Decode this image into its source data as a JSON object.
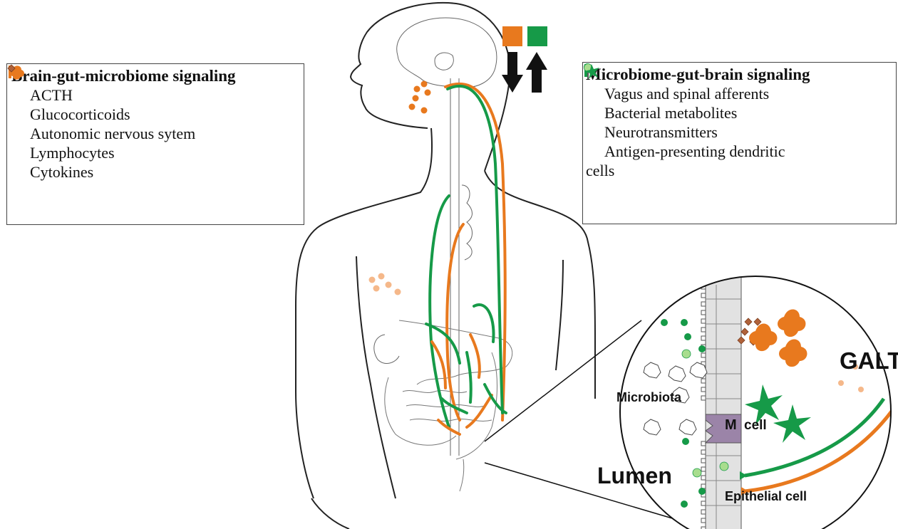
{
  "colors": {
    "brain_to_gut": "#e8791e",
    "gut_to_brain": "#169a48",
    "cytokine": "#b0623a",
    "glucocorticoid": "#f5b88a",
    "neurotransmitter": "#a8dd8e",
    "m_cell": "#9b84a8",
    "arrow": "#111111"
  },
  "legend_left": {
    "title": "Brain-gut-microbiome signaling",
    "items": [
      {
        "icon": "orange-dot-icon",
        "label": "ACTH"
      },
      {
        "icon": "peach-dot-icon",
        "label": "Glucocorticoids"
      },
      {
        "icon": "orange-bar-icon",
        "label": "Autonomic nervous sytem"
      },
      {
        "icon": "lymphocyte-icon",
        "label": "Lymphocytes"
      },
      {
        "icon": "diamond-icon",
        "label": "Cytokines"
      }
    ]
  },
  "legend_right": {
    "title": "Microbiome-gut-brain signaling",
    "items": [
      {
        "icon": "green-bar-icon",
        "label": "Vagus and spinal afferents"
      },
      {
        "icon": "green-dot-icon",
        "label": "Bacterial metabolites"
      },
      {
        "icon": "lightgreen-dot-icon",
        "label": "Neurotransmitters"
      },
      {
        "icon": "dendritic-cell-icon",
        "label": "Antigen-presenting dendritic"
      }
    ],
    "wrap_text": "cells"
  },
  "zoom_labels": {
    "galt": "GALT",
    "microbiota": "Microbiota",
    "m": "M",
    "cell": "cell",
    "lumen": "Lumen",
    "epithelial": "Epithelial cell"
  }
}
